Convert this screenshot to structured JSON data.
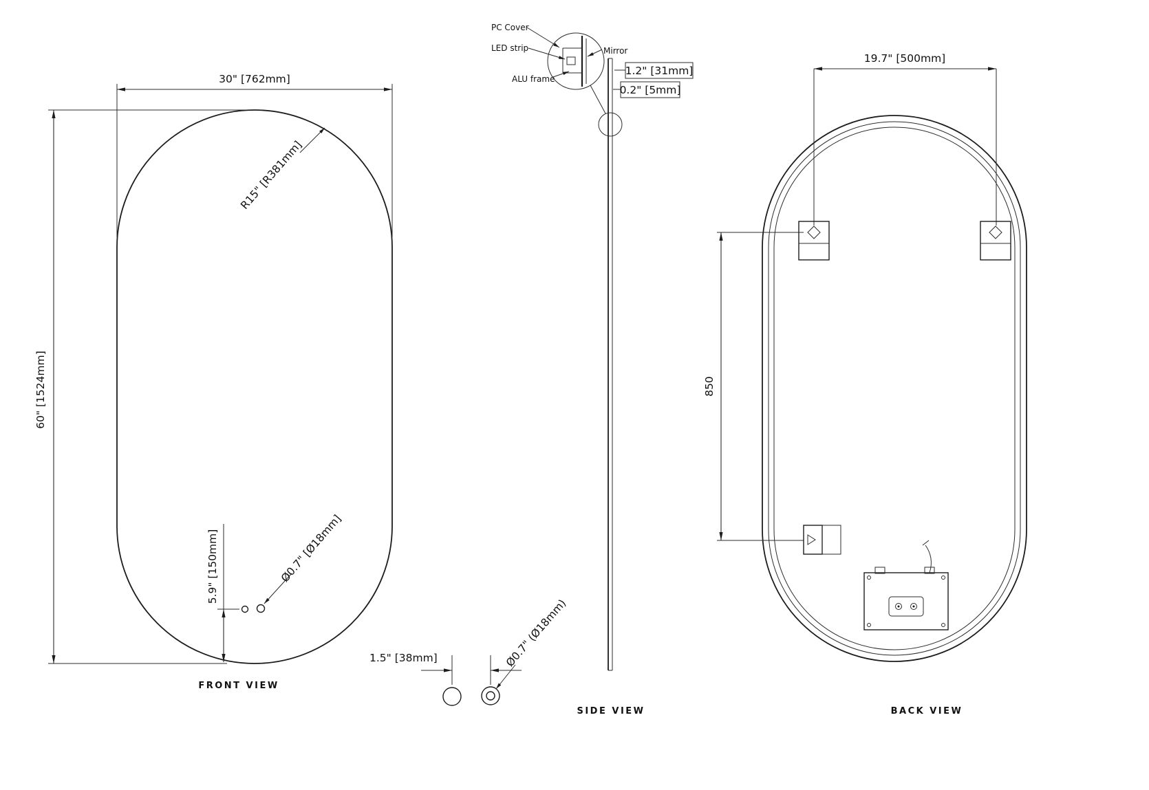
{
  "drawing": {
    "front_view": {
      "label": "FRONT VIEW",
      "width_dim": "30\" [762mm]",
      "height_dim": "60\" [1524mm]",
      "radius_dim": "R15\" [R381mm]",
      "hole_offset_dim": "5.9\" [150mm]",
      "hole_dia_dim": "Ø0.7\" [Ø18mm]"
    },
    "hole_detail": {
      "spacing_dim": "1.5\" [38mm]",
      "dia_dim": "Ø0.7\" (Ø18mm)"
    },
    "side_view": {
      "label": "SIDE VIEW",
      "callout_pc_cover": "PC Cover",
      "callout_led_strip": "LED strip",
      "callout_mirror": "Mirror",
      "callout_alu_frame": "ALU frame",
      "depth_dim": "1.2\" [31mm]",
      "glass_dim": "0.2\" [5mm]"
    },
    "back_view": {
      "label": "BACK VIEW",
      "bracket_spacing_dim": "19.7\" [500mm]",
      "bracket_height_dim": "850"
    }
  }
}
